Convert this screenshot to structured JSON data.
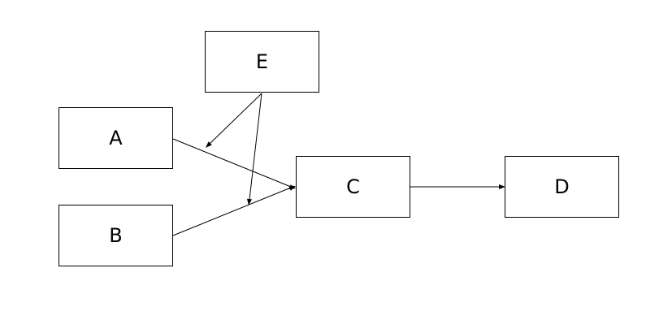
{
  "diagram": {
    "nodes": {
      "a": "A",
      "b": "B",
      "c": "C",
      "d": "D",
      "e": "E"
    },
    "edges": [
      {
        "from": "A",
        "to": "C"
      },
      {
        "from": "B",
        "to": "C"
      },
      {
        "from": "C",
        "to": "D"
      },
      {
        "from": "E",
        "to": "A-C"
      },
      {
        "from": "E",
        "to": "B-C"
      }
    ],
    "colors": {
      "stroke": "#000000",
      "background": "#ffffff"
    }
  }
}
